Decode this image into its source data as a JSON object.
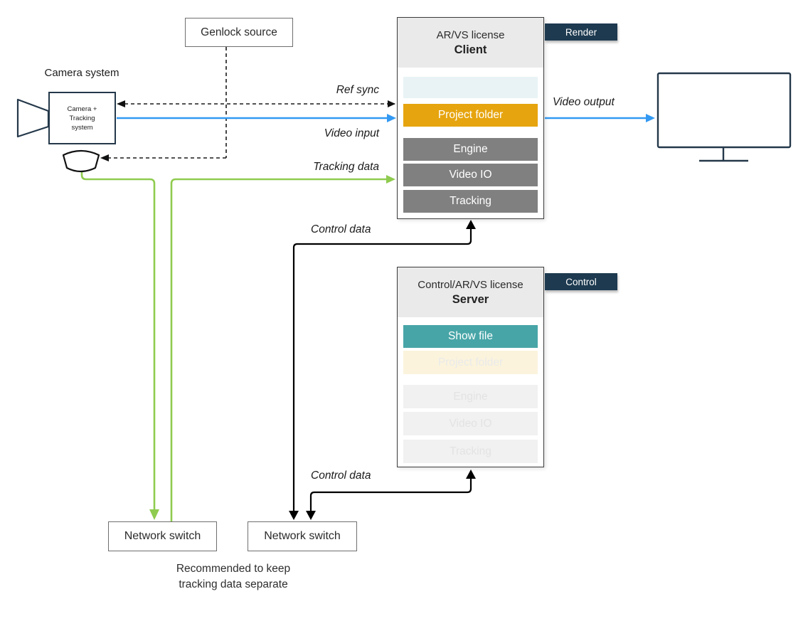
{
  "colors": {
    "accent_blue": "#3399F2",
    "accent_green": "#8FCB4F",
    "accent_orange": "#E6A40E",
    "accent_teal": "#47A5A7",
    "tag_navy": "#1D3A50",
    "row_gray": "#808080",
    "header_gray": "#EAEAEA",
    "outline_navy": "#24384A"
  },
  "camera": {
    "label": "Camera system",
    "box_lines": [
      "Camera +",
      "Tracking",
      "system"
    ]
  },
  "genlock": {
    "label": "Genlock source"
  },
  "client": {
    "license": "AR/VS license",
    "role": "Client",
    "tag": "Render",
    "rows": [
      {
        "label": ""
      },
      {
        "label": "Project folder"
      },
      {
        "label": "Engine"
      },
      {
        "label": "Video IO"
      },
      {
        "label": "Tracking"
      }
    ]
  },
  "server": {
    "license": "Control/AR/VS license",
    "role": "Server",
    "tag": "Control",
    "rows": [
      {
        "label": "Show file"
      },
      {
        "label": "Project folder"
      },
      {
        "label": "Engine"
      },
      {
        "label": "Video IO"
      },
      {
        "label": "Tracking"
      }
    ]
  },
  "switches": {
    "left": "Network switch",
    "right": "Network switch"
  },
  "note": {
    "line1": "Recommended to keep",
    "line2": "tracking data separate"
  },
  "connectors": {
    "ref_sync": "Ref sync",
    "video_input": "Video input",
    "tracking_data": "Tracking data",
    "control_data_upper": "Control data",
    "control_data_lower": "Control data",
    "video_output": "Video output"
  }
}
